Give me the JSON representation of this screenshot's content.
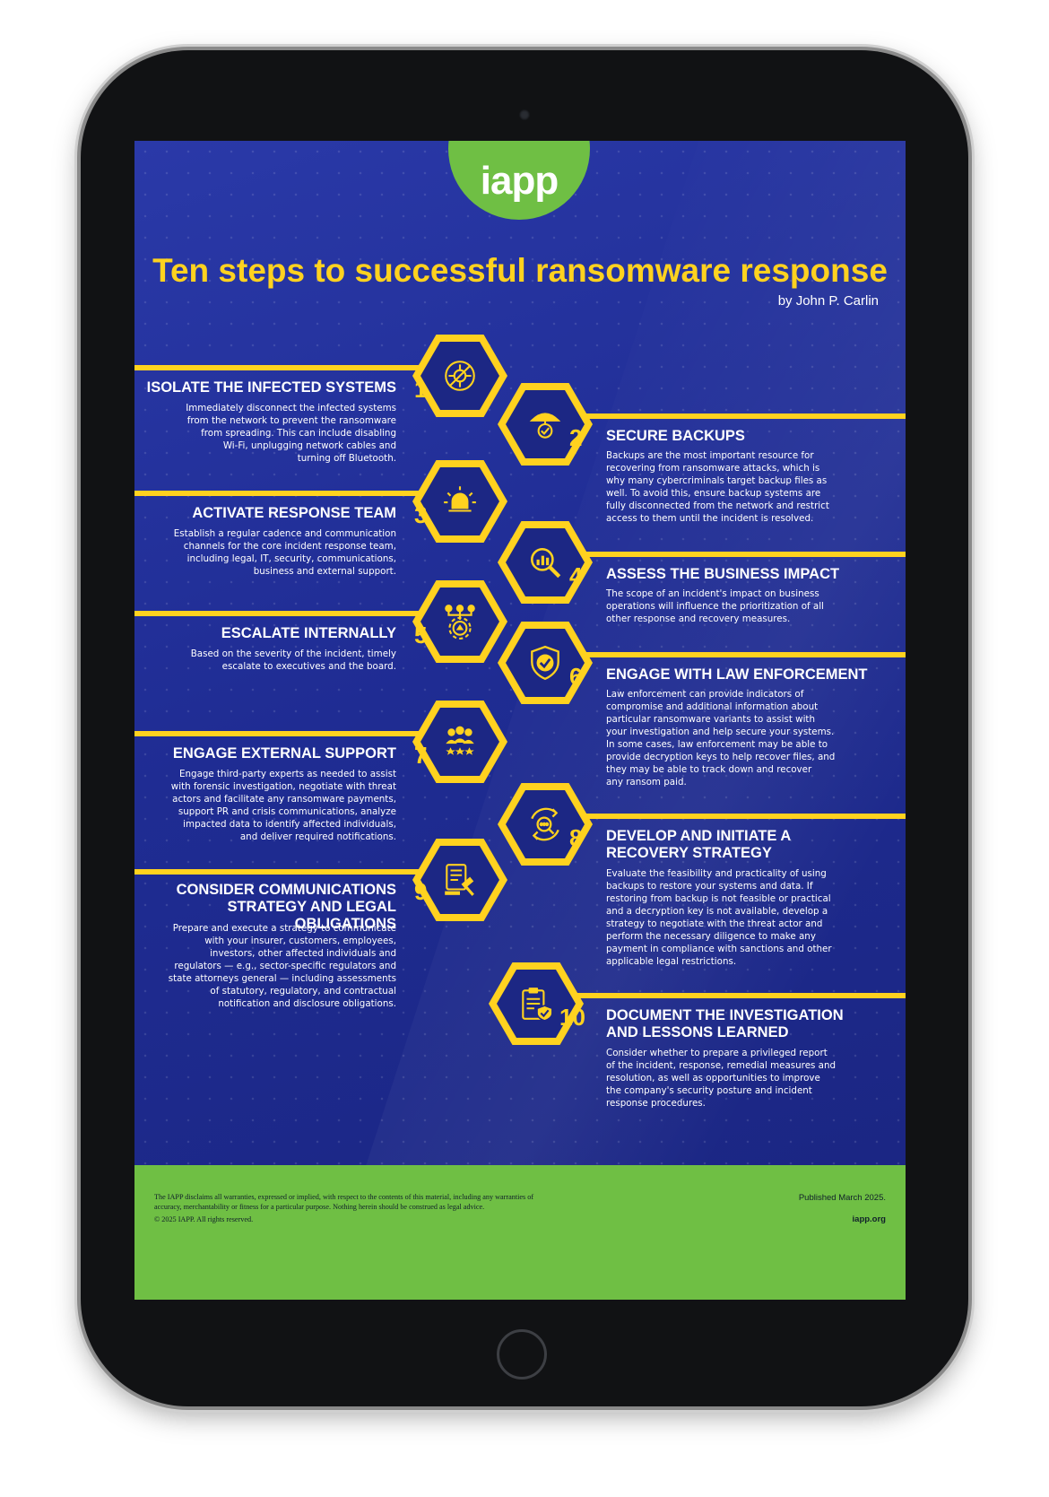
{
  "logo_text": "iapp",
  "title": "Ten steps to successful ransomware response",
  "author": "by John P. Carlin",
  "steps": [
    {
      "num": "1",
      "icon": "virus-icon",
      "heading": [
        "ISOLATE THE INFECTED SYSTEMS"
      ],
      "body": [
        "Immediately disconnect the infected systems",
        "from the network to prevent the ransomware",
        "from spreading. This can include disabling",
        "Wi-Fi, unplugging network cables and",
        "turning off Bluetooth."
      ]
    },
    {
      "num": "2",
      "icon": "umbrella-shield-icon",
      "heading": [
        "SECURE BACKUPS"
      ],
      "body": [
        "Backups are the most important resource for",
        "recovering from ransomware attacks, which is",
        "why many cybercriminals target backup files as",
        "well. To avoid this, ensure backup systems are",
        "fully disconnected from the network and restrict",
        "access to them until the incident is resolved."
      ]
    },
    {
      "num": "3",
      "icon": "alarm-light-icon",
      "heading": [
        "ACTIVATE RESPONSE TEAM"
      ],
      "body": [
        "Establish a regular cadence and communication",
        "channels for the core incident response team,",
        "including legal, IT, security, communications,",
        "business and external support."
      ]
    },
    {
      "num": "4",
      "icon": "magnifier-chart-icon",
      "heading": [
        "ASSESS THE BUSINESS IMPACT"
      ],
      "body": [
        "The scope of an incident's impact on business",
        "operations will influence the prioritization of all",
        "other response and recovery measures."
      ]
    },
    {
      "num": "5",
      "icon": "escalation-gear-icon",
      "heading": [
        "ESCALATE INTERNALLY"
      ],
      "body": [
        "Based on the severity of the incident, timely",
        "escalate to executives and the board."
      ]
    },
    {
      "num": "6",
      "icon": "shield-check-icon",
      "heading": [
        "ENGAGE WITH LAW ENFORCEMENT"
      ],
      "body": [
        "Law enforcement can provide indicators of",
        "compromise and additional information about",
        "particular ransomware variants to assist with",
        "your investigation and help secure your systems.",
        "In some cases, law enforcement may be able to",
        "provide decryption keys to help recover files, and",
        "they may be able to track down and recover",
        "any ransom paid."
      ]
    },
    {
      "num": "7",
      "icon": "team-stars-icon",
      "heading": [
        "ENGAGE EXTERNAL SUPPORT"
      ],
      "body": [
        "Engage third-party experts as needed to assist",
        "with forensic investigation, negotiate with threat",
        "actors and facilitate any ransomware payments,",
        "support PR and crisis communications, analyze",
        "impacted data to identify affected individuals,",
        "and deliver required notifications."
      ]
    },
    {
      "num": "8",
      "icon": "search-recovery-icon",
      "heading": [
        "DEVELOP AND INITIATE A",
        "RECOVERY STRATEGY"
      ],
      "body": [
        "Evaluate the feasibility and practicality of using",
        "backups to restore your systems and data. If",
        "restoring from backup is not feasible or practical",
        "and a decryption key is not available, develop a",
        "strategy to negotiate with the threat actor and",
        "perform the necessary diligence to make any",
        "payment in compliance with sanctions and other",
        "applicable legal restrictions."
      ]
    },
    {
      "num": "9",
      "icon": "gavel-document-icon",
      "heading": [
        "CONSIDER COMMUNICATIONS",
        "STRATEGY AND LEGAL OBLIGATIONS"
      ],
      "body": [
        "Prepare and execute a strategy to communicate",
        "with your insurer, customers, employees,",
        "investors, other affected individuals and",
        "regulators — e.g., sector-specific regulators and",
        "state attorneys general — including assessments",
        "of statutory, regulatory, and contractual",
        "notification and disclosure obligations."
      ]
    },
    {
      "num": "10",
      "icon": "clipboard-shield-icon",
      "heading": [
        "DOCUMENT THE INVESTIGATION",
        "AND LESSONS LEARNED"
      ],
      "body": [
        "Consider whether to prepare a privileged report",
        "of the incident, response, remedial measures and",
        "resolution, as well as opportunities to improve",
        "the company's security posture and incident",
        "response procedures."
      ]
    }
  ],
  "footer": {
    "disclaimer": [
      "The IAPP disclaims all warranties, expressed or implied, with respect to the contents of this material, including any warranties of",
      "accuracy, merchantability or fitness for a particular purpose. Nothing herein should be construed as legal advice."
    ],
    "copyright": "© 2025 IAPP. All rights reserved.",
    "published": "Published March 2025.",
    "url": "iapp.org"
  },
  "colors": {
    "accent": "#ffd21f",
    "background": "#1f2c93",
    "green": "#6fbf44"
  }
}
